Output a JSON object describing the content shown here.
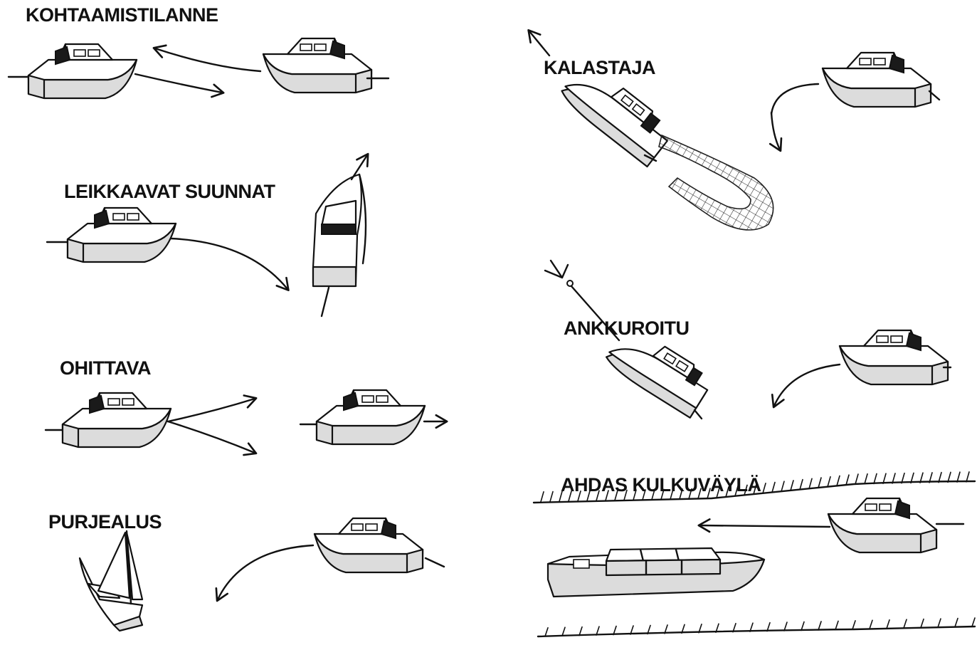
{
  "labels": {
    "meeting": "KOHTAAMISTILANNE",
    "crossing": "LEIKKAAVAT SUUNNAT",
    "overtaking": "OHITTAVA",
    "sailboat": "PURJEALUS",
    "fisher": "KALASTAJA",
    "anchored": "ANKKUROITU",
    "narrow_channel": "AHDAS KULKUVÄYLÄ"
  }
}
